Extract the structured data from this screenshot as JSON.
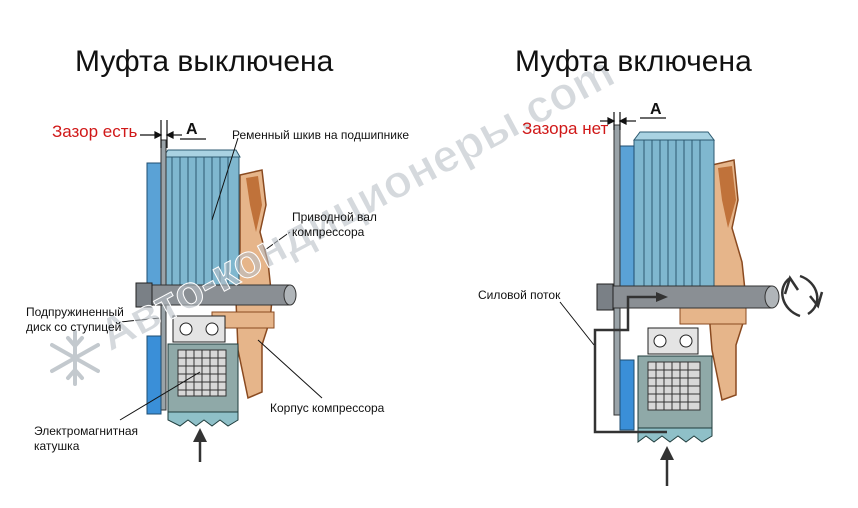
{
  "left_title": "Муфта выключена",
  "right_title": "Муфта включена",
  "gap_present": "Зазор есть",
  "gap_absent": "Зазора нет",
  "gap_mark": "A",
  "labels": {
    "pulley": "Ременный шкив на подшипнике",
    "shaft_line1": "Приводной вал",
    "shaft_line2": "компрессора",
    "disc_line1": "Подпружиненный",
    "disc_line2": "диск со ступицей",
    "coil_line1": "Электромагнитная",
    "coil_line2": "катушка",
    "housing": "Корпус компрессора",
    "power_flow": "Силовой поток"
  },
  "watermark": "Авто-кондиционеры.com",
  "colors": {
    "pulley_blue": "#7fb7cf",
    "disc_blue": "#3a8fd8",
    "housing_orange": "#c0723a",
    "housing_light": "#e6b58a",
    "coil_grey": "#8f9aa0",
    "shaft_grey": "#8a8f94"
  },
  "icons": [
    "snowflake-icon",
    "rotation-arrows-icon"
  ]
}
